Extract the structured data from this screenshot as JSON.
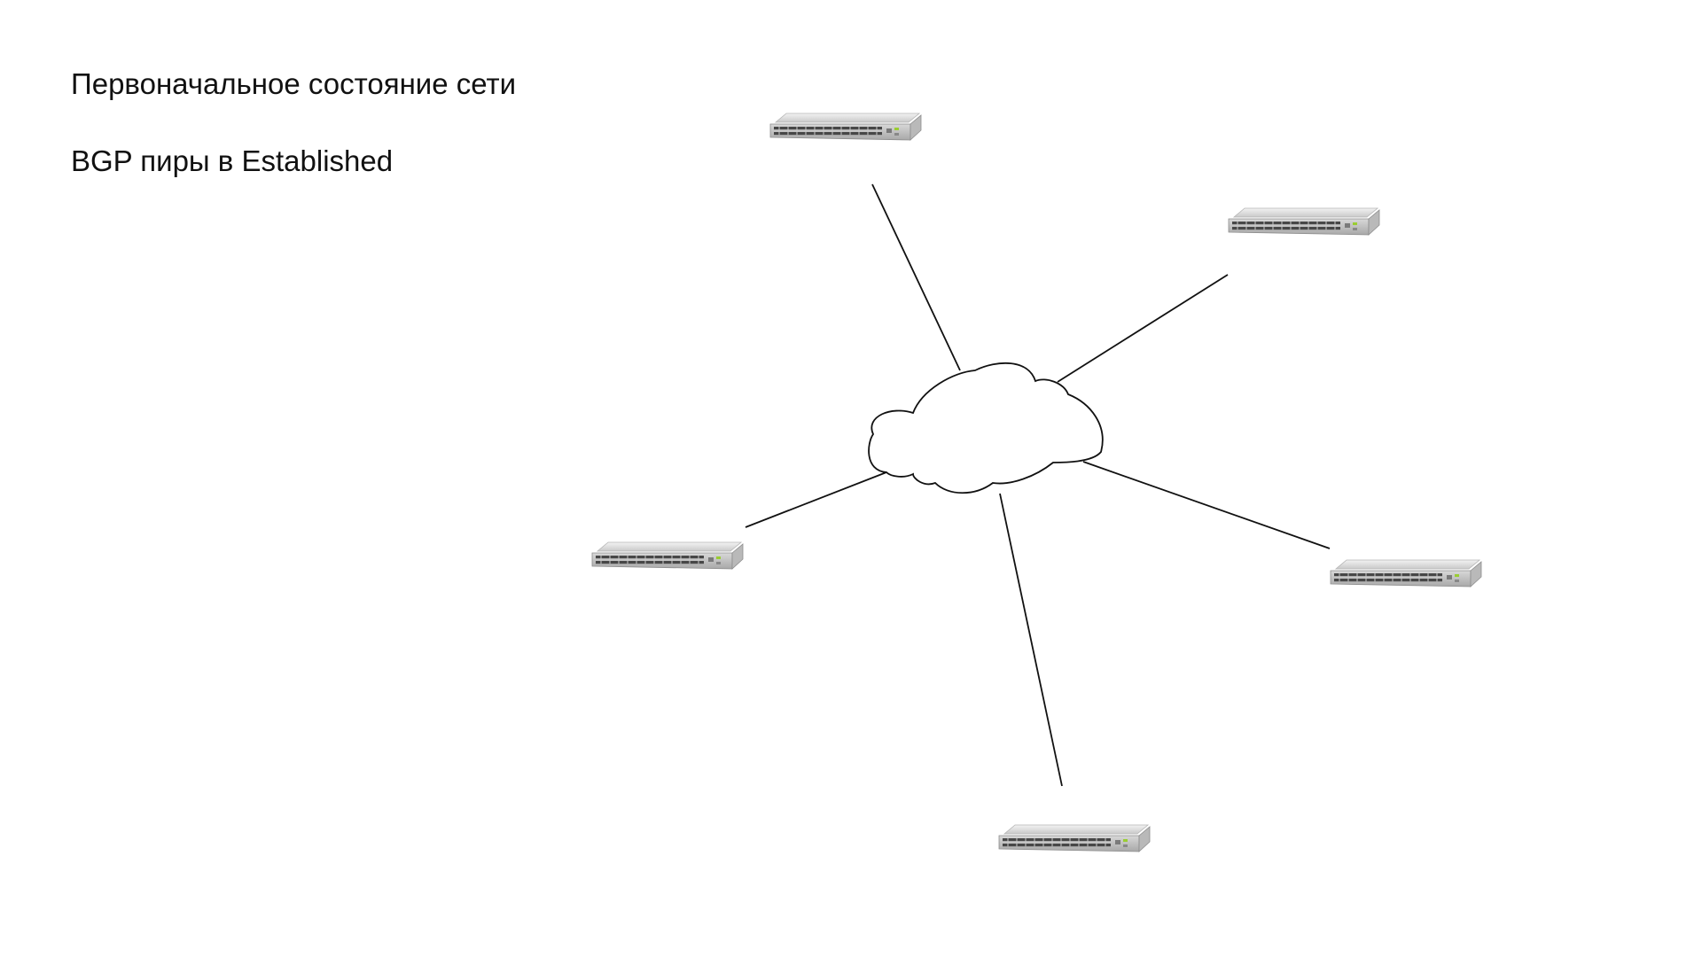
{
  "slide": {
    "lines": [
      "Первоначальное состояние сети",
      "BGP пиры в Established"
    ]
  },
  "diagram": {
    "center_node": {
      "icon": "cloud-icon"
    },
    "nodes": [
      {
        "id": "switch-top",
        "icon": "network-switch-icon"
      },
      {
        "id": "switch-upper-right",
        "icon": "network-switch-icon"
      },
      {
        "id": "switch-left",
        "icon": "network-switch-icon"
      },
      {
        "id": "switch-right",
        "icon": "network-switch-icon"
      },
      {
        "id": "switch-bottom",
        "icon": "network-switch-icon"
      }
    ],
    "links": [
      {
        "from": "cloud",
        "to": "switch-top"
      },
      {
        "from": "cloud",
        "to": "switch-upper-right"
      },
      {
        "from": "cloud",
        "to": "switch-left"
      },
      {
        "from": "cloud",
        "to": "switch-right"
      },
      {
        "from": "cloud",
        "to": "switch-bottom"
      }
    ]
  },
  "colors": {
    "line": "#111111",
    "switch_body": "#dcdcdc",
    "switch_ports": "#4a4a4a",
    "switch_led": "#9acd32"
  }
}
